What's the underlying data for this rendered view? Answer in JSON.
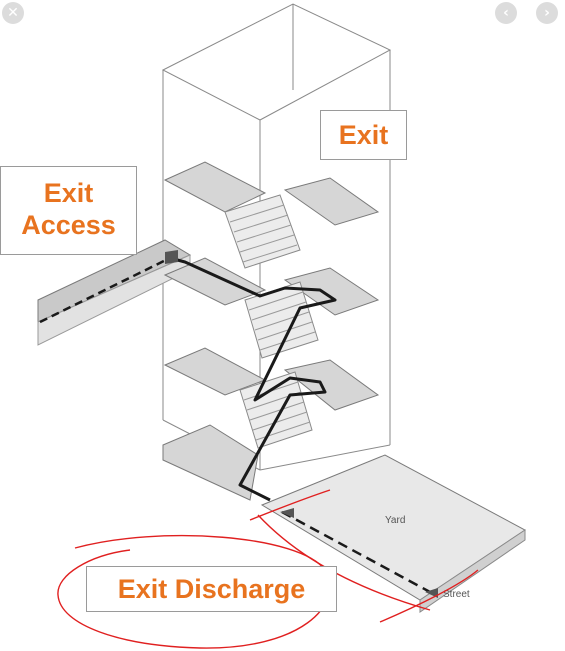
{
  "controls": {
    "close_glyph": "✕",
    "prev_glyph": "‹",
    "next_glyph": "›"
  },
  "labels": {
    "exit": "Exit",
    "exit_access_line1": "Exit",
    "exit_access_line2": "Access",
    "exit_discharge": "Exit Discharge"
  },
  "diagram_text": {
    "yard": "Yard",
    "street": "Street"
  },
  "colors": {
    "label_text": "#e8731f",
    "annotation": "#e02020",
    "path": "#1a1a1a"
  }
}
